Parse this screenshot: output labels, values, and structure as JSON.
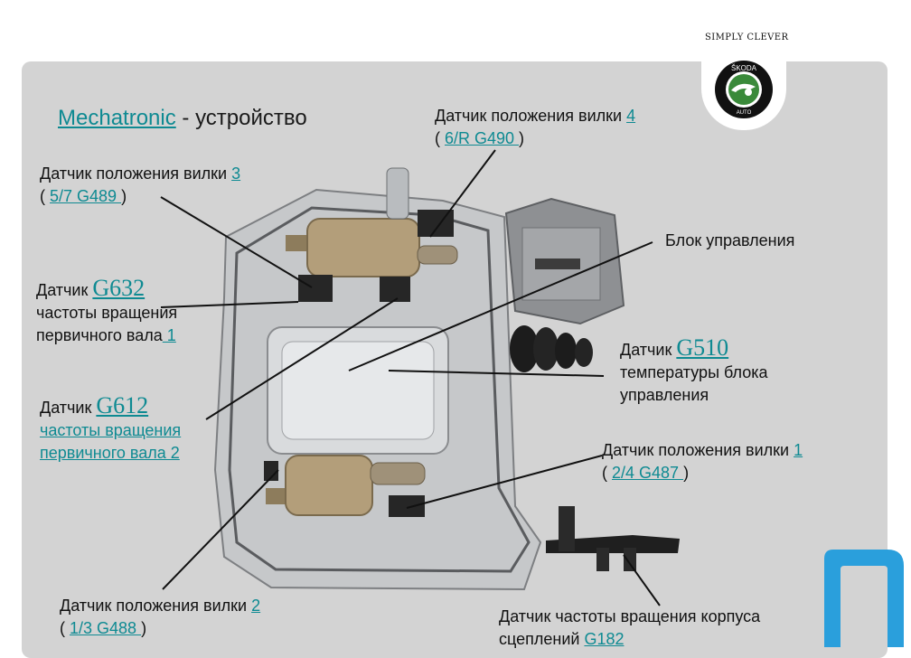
{
  "brand": {
    "tagline": "SIMPLY CLEVER",
    "logo_text": "ŠKODA AUTO"
  },
  "title": {
    "link": "Mechatronic",
    "rest": " - устройство"
  },
  "labels": {
    "fork4": {
      "line1": "Датчик положения вилки ",
      "num": "4",
      "open": "( ",
      "code": "6/R G490 ",
      "close": ")"
    },
    "fork3": {
      "line1": "Датчик положения вилки ",
      "num": "3",
      "open": "( ",
      "code": "5/7 G489 ",
      "close": ")"
    },
    "g632": {
      "prefix": "Датчик ",
      "code": "G632",
      "line2": "частоты вращения",
      "line3": "первичного вала",
      "num": " 1"
    },
    "ecu": {
      "text": "Блок управления"
    },
    "g510": {
      "prefix": "Датчик ",
      "code": "G510",
      "line2": "температуры блока",
      "line3": "управления"
    },
    "g612": {
      "prefix": "Датчик ",
      "code": "G612",
      "line2": "частоты вращения",
      "line3": "первичного вала 2"
    },
    "fork1": {
      "line1": "Датчик положения вилки ",
      "num": "1",
      "open": "( ",
      "code": "2/4 G487 ",
      "close": ")"
    },
    "fork2": {
      "line1": "Датчик положения вилки ",
      "num": "2",
      "open": "( ",
      "code": "1/3 G488 ",
      "close": ")"
    },
    "g182": {
      "line1": "Датчик частоты вращения корпуса",
      "line2": "сцеплений ",
      "code": "G182"
    }
  },
  "colors": {
    "panel": "#d3d3d3",
    "link": "#0e8a92",
    "corner_mark": "#2a9fdc"
  }
}
